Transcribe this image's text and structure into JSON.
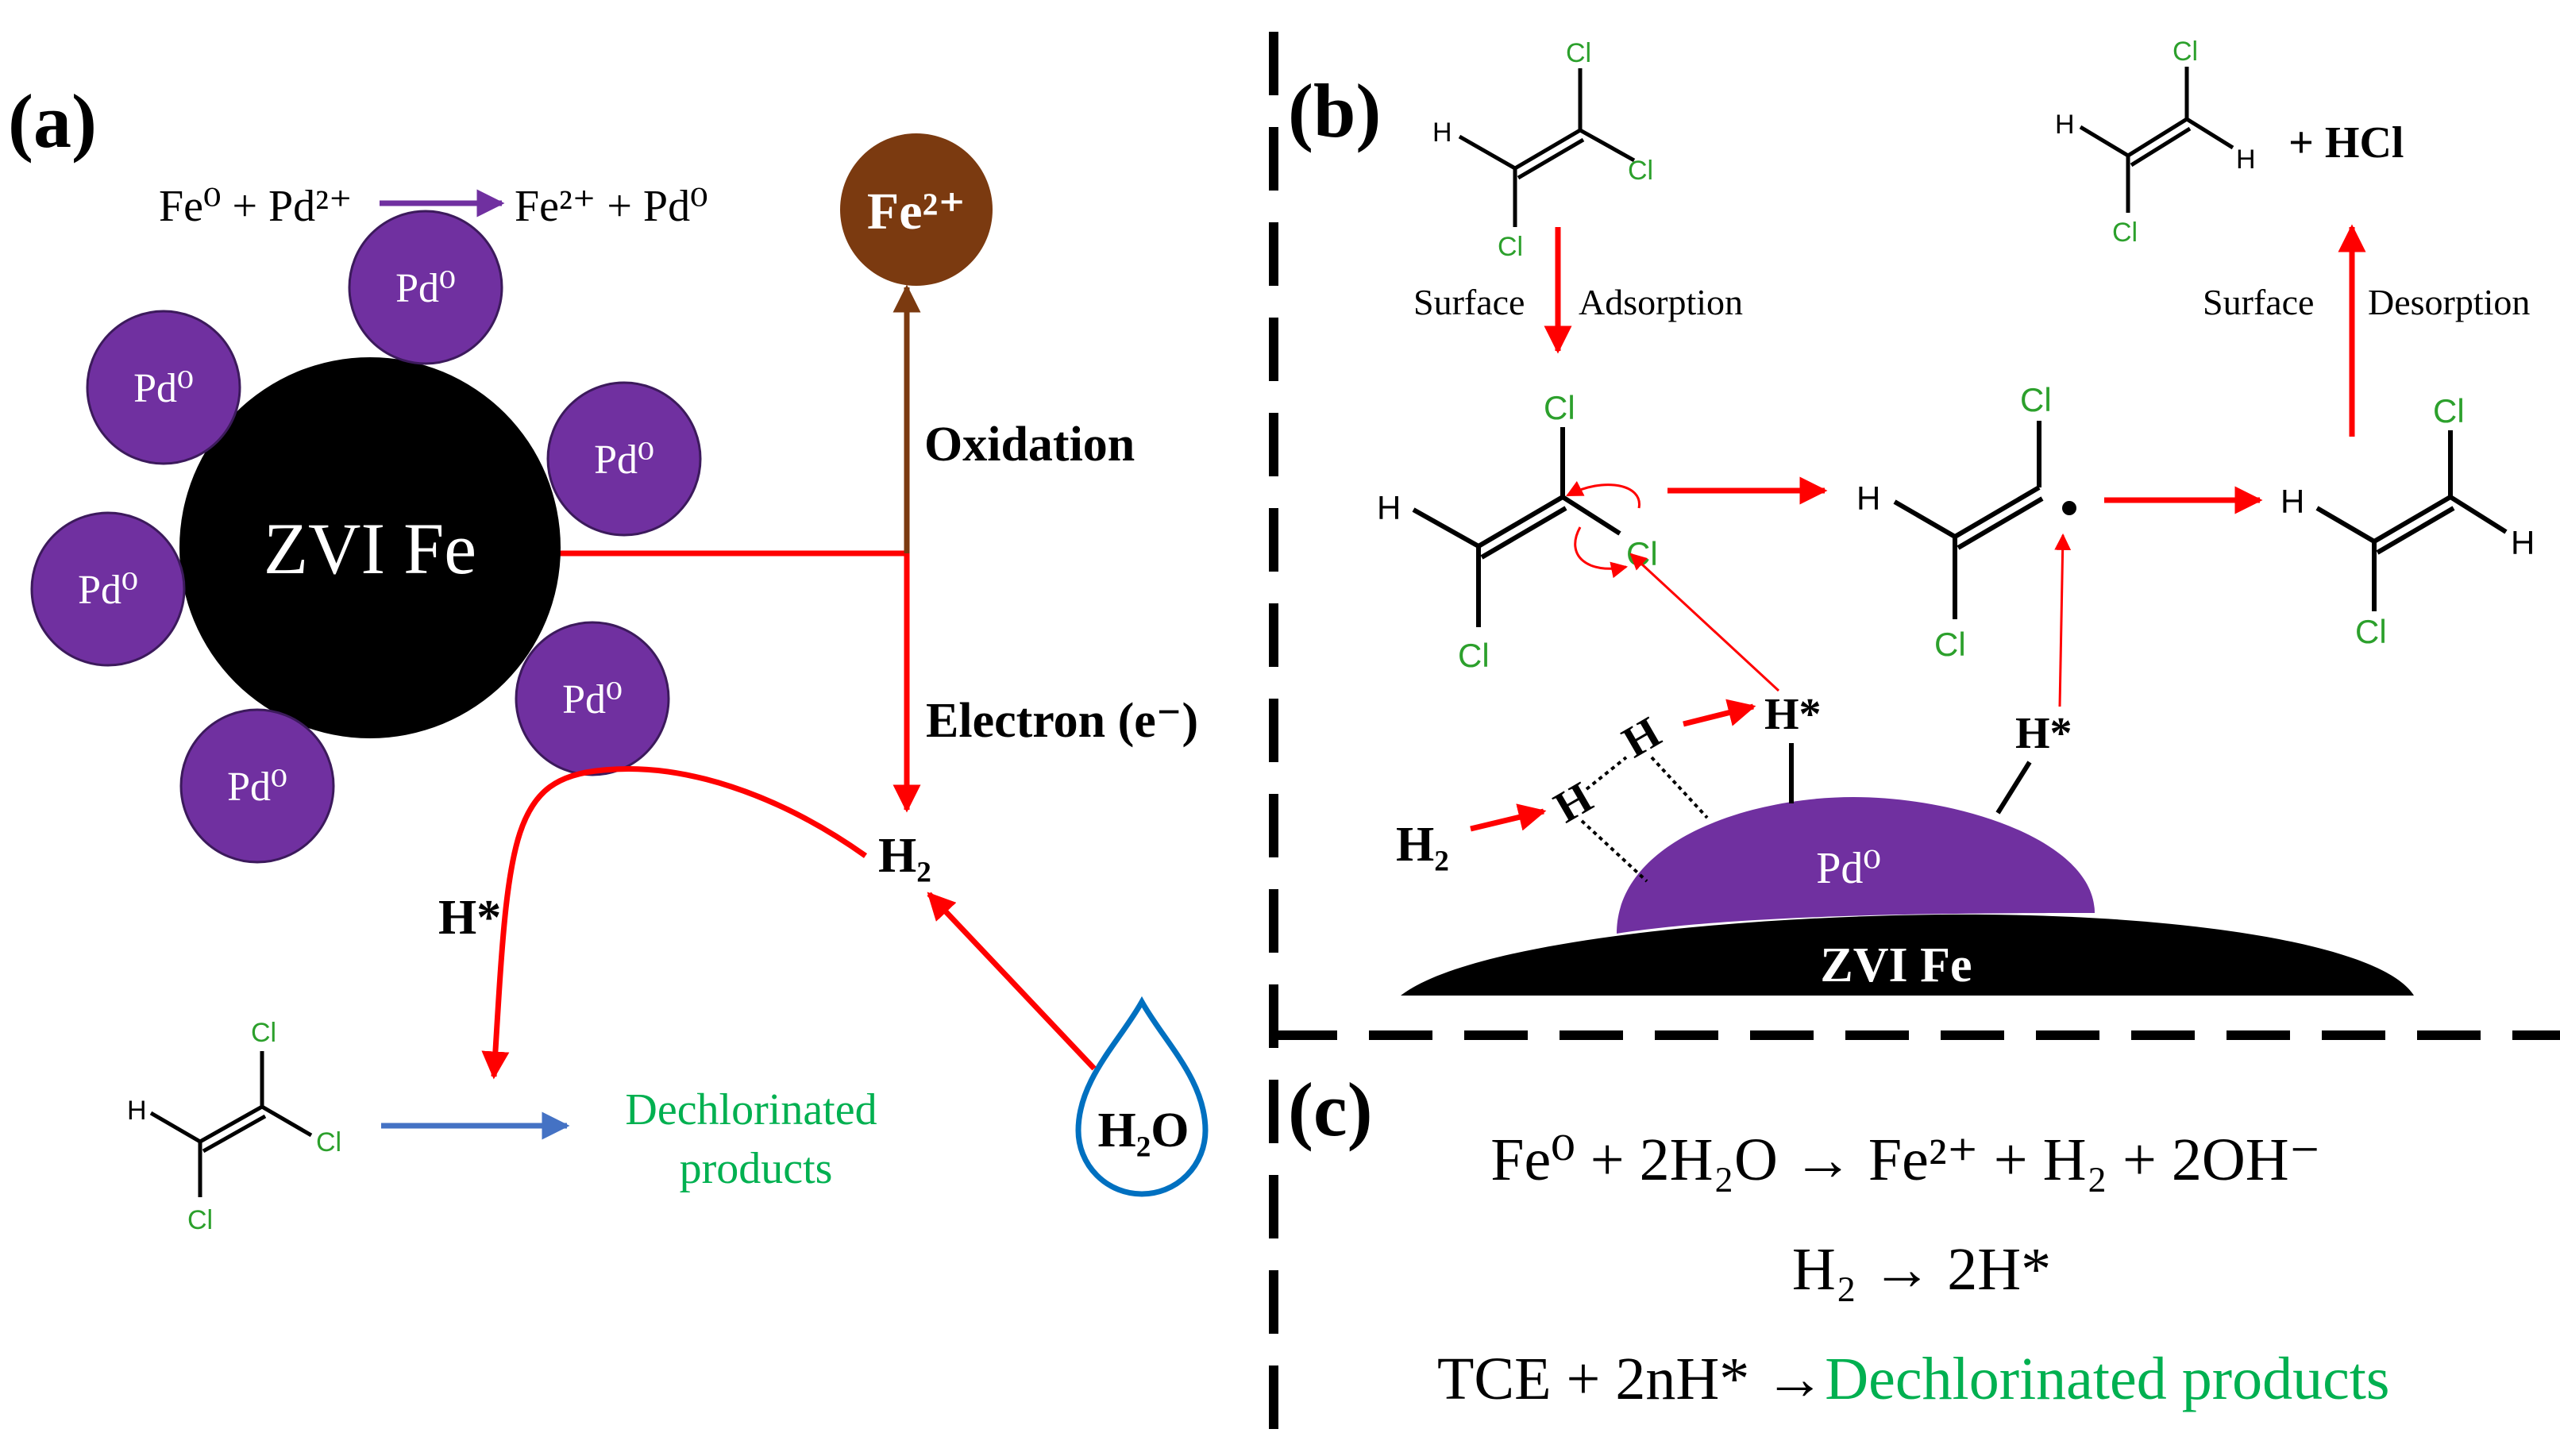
{
  "panels": {
    "a": "(a)",
    "b": "(b)",
    "c": "(c)"
  },
  "colors": {
    "pd": "#7030a0",
    "fe2": "#7b3a10",
    "red": "#ff0000",
    "green": "#00b050",
    "blue": "#4472c4",
    "drop": "#0070c0",
    "cl": "#2ca02c",
    "black": "#000000"
  },
  "atoms": {
    "cl": "Cl",
    "h": "H"
  },
  "panel_a": {
    "reaction": {
      "left": "Fe⁰ + Pd²⁺",
      "right": "Fe²⁺ + Pd⁰"
    },
    "pd_label": "Pd⁰",
    "zvi_label": "ZVI Fe",
    "fe2_label": "Fe²⁺",
    "oxidation": "Oxidation",
    "electron": "Electron (e⁻)",
    "h2": "H₂",
    "h_star": "H*",
    "h2o": "H₂O",
    "dechlorinated": [
      "Dechlorinated",
      "products"
    ]
  },
  "panel_b": {
    "surface": "Surface",
    "adsorption": "Adsorption",
    "desorption": "Desorption",
    "hcl": "+ HCl",
    "h2": "H₂",
    "h_star": "H*",
    "pd_label": "Pd⁰",
    "zvi_label": "ZVI Fe"
  },
  "panel_c": {
    "eq1": "Fe⁰ + 2H₂O → Fe²⁺ + H₂ + 2OH⁻",
    "eq2": "H₂ → 2H*",
    "eq3_prefix": "TCE + 2nH* →",
    "eq3_products": "Dechlorinated products"
  }
}
